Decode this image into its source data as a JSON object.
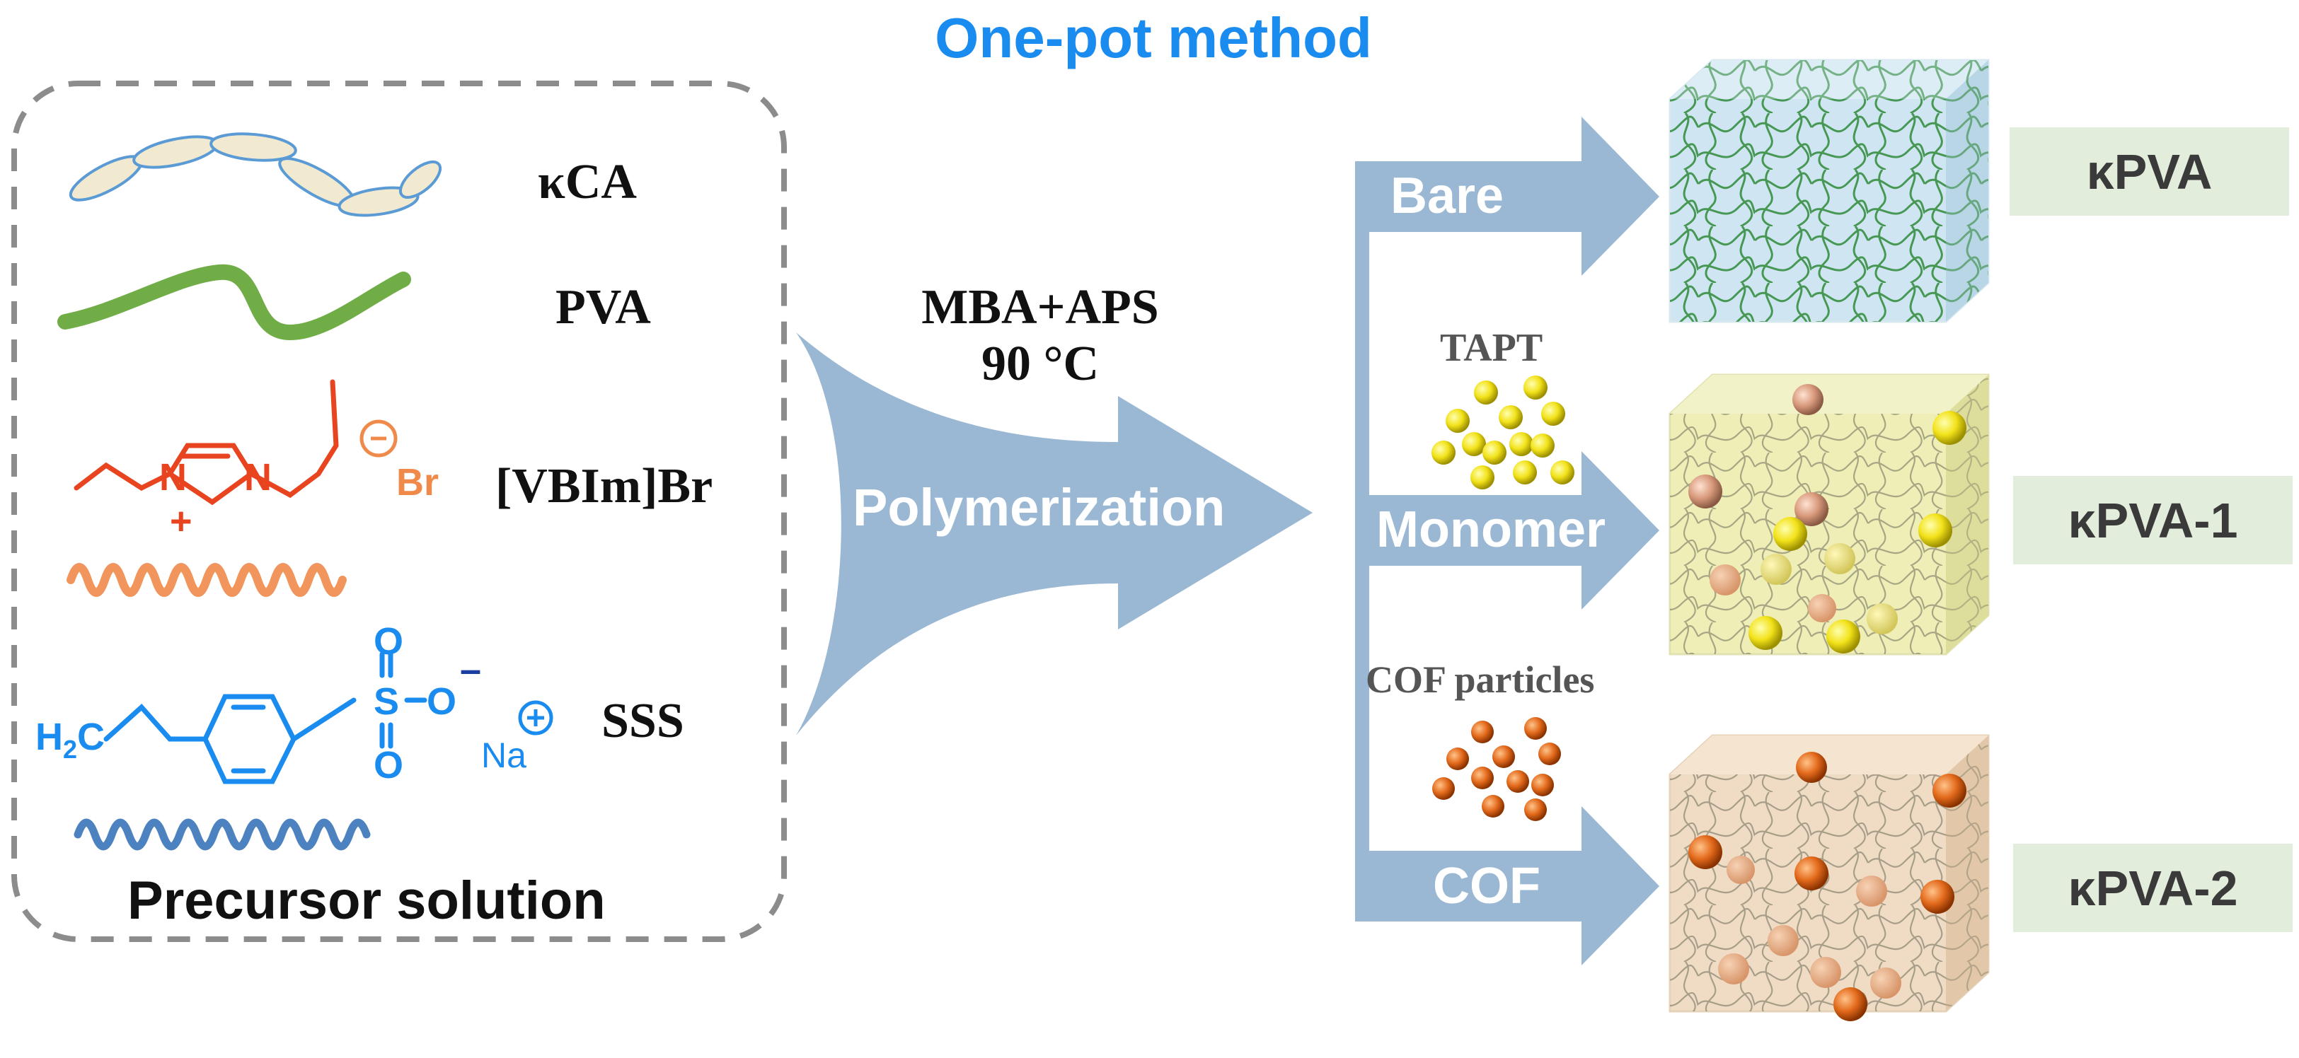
{
  "title": "One-pot method",
  "precursor": {
    "caption": "Precursor solution",
    "components": [
      "κCA",
      "PVA",
      "[VBIm]Br",
      "SSS"
    ]
  },
  "chem": {
    "ibr_anion": "Br",
    "ibr_n1": "N",
    "ibr_n2": "N",
    "ibr_plus": "+",
    "sss_h2c": "H",
    "sss_h2c_sub": "2",
    "sss_c": "C",
    "sss_s": "S",
    "sss_o1": "O",
    "sss_o2": "O",
    "sss_o3": "O",
    "sss_minus": "–",
    "sss_na": "Na"
  },
  "process": {
    "conditions_line1": "MBA+APS",
    "conditions_line2": "90 °C",
    "arrow_label": "Polymerization"
  },
  "branches": [
    {
      "arrow_label": "Bare",
      "additive": "",
      "product": "κPVA"
    },
    {
      "arrow_label": "Monomer",
      "additive": "TAPT",
      "product": "κPVA-1"
    },
    {
      "arrow_label": "COF",
      "additive": "COF particles",
      "product": "κPVA-2"
    }
  ],
  "colors": {
    "title": "#1a8cf0",
    "arrow": "#9ab8d4",
    "result_box": "#e3eddc",
    "kca": "#5b9bd5",
    "pva": "#70ad47",
    "vbim": "#e8441f",
    "sss": "#1a8cf0",
    "tapt": "#f2e21a",
    "cof": "#e36a1c"
  }
}
